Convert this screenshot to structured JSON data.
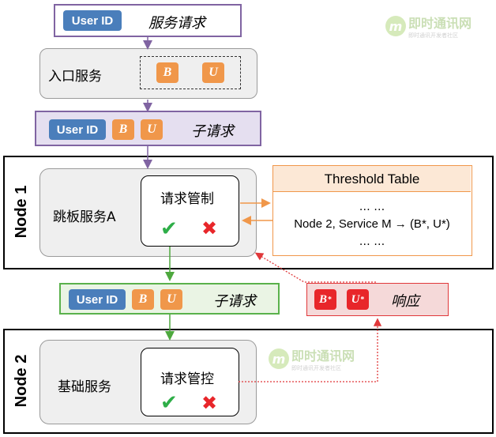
{
  "request": {
    "user_id": "User ID",
    "label": "服务请求"
  },
  "entry": {
    "label": "入口服务",
    "b": "B",
    "u": "U"
  },
  "subreq1": {
    "user_id": "User ID",
    "b": "B",
    "u": "U",
    "label": "子请求"
  },
  "node1": {
    "title": "Node 1",
    "service_label": "跳板服务A",
    "control_label": "请求管制",
    "ok_glyph": "✔",
    "no_glyph": "✖",
    "threshold": {
      "title": "Threshold Table",
      "dots_top": "… …",
      "row": "Node 2, Service M  →  (B*, U*)",
      "dots_bottom": "… …"
    }
  },
  "subreq2": {
    "user_id": "User ID",
    "b": "B",
    "u": "U",
    "label": "子请求"
  },
  "response": {
    "b": "B",
    "u": "U",
    "star": "*",
    "label": "响应"
  },
  "node2": {
    "title": "Node 2",
    "service_label": "基础服务",
    "control_label": "请求管控",
    "ok_glyph": "✔",
    "no_glyph": "✖"
  },
  "watermark": {
    "text": "即时通讯网",
    "sub": "即时通讯开发者社区",
    "logo": "m"
  },
  "colors": {
    "purple_border": "#8064a2",
    "purple_fill": "#e5dff0",
    "orange_border": "#f0974a",
    "green_border": "#5ab14b",
    "green_fill": "#eaf4e4",
    "red_border": "#e0383a",
    "red_fill": "#f5d9d9",
    "gray_fill": "#efefef",
    "check_green": "#2eae48",
    "cross_red": "#e8262a"
  }
}
